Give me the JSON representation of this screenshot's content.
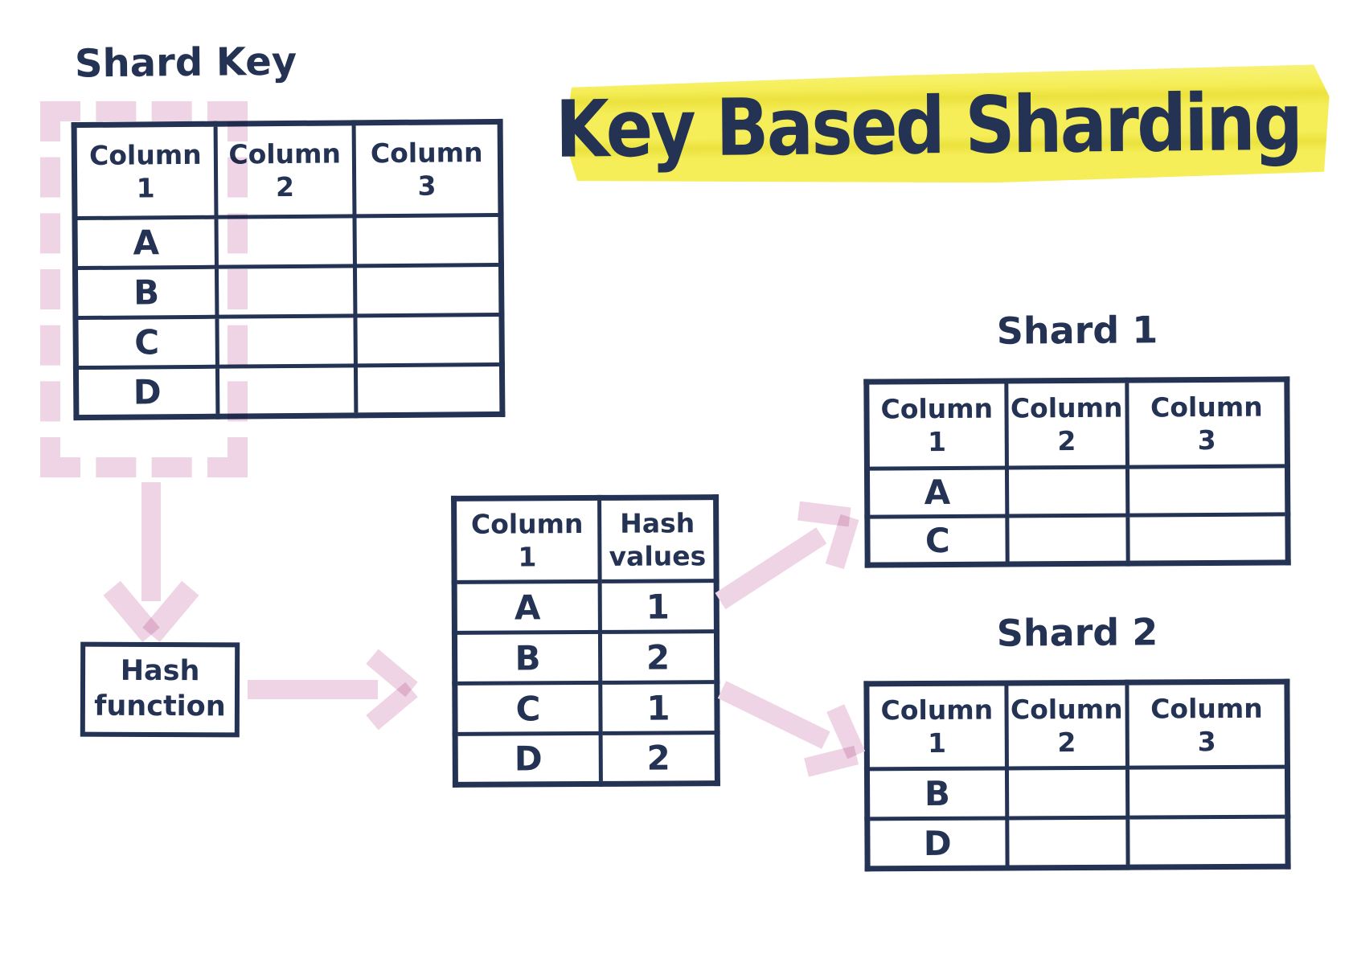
{
  "colors": {
    "ink": "#243254",
    "pink": "#eed4e4",
    "yellow": "#f5ee58",
    "yellow_dark": "#ebe23e",
    "background": "#ffffff"
  },
  "title": {
    "text": "Key Based Sharding"
  },
  "labels": {
    "shard_key": "Shard Key",
    "shard1": "Shard 1",
    "shard2": "Shard 2"
  },
  "hash_function_box": {
    "label": "Hash\nfunction"
  },
  "tables": {
    "shard_key_table": {
      "headers": [
        "Column\n1",
        "Column\n2",
        "Column\n3"
      ],
      "rows": [
        [
          "A",
          "",
          ""
        ],
        [
          "B",
          "",
          ""
        ],
        [
          "C",
          "",
          ""
        ],
        [
          "D",
          "",
          ""
        ]
      ]
    },
    "hash_values_table": {
      "headers": [
        "Column\n1",
        "Hash\nvalues"
      ],
      "rows": [
        [
          "A",
          "1"
        ],
        [
          "B",
          "2"
        ],
        [
          "C",
          "1"
        ],
        [
          "D",
          "2"
        ]
      ]
    },
    "shard1_table": {
      "headers": [
        "Column\n1",
        "Column\n2",
        "Column\n3"
      ],
      "rows": [
        [
          "A",
          "",
          ""
        ],
        [
          "C",
          "",
          ""
        ]
      ]
    },
    "shard2_table": {
      "headers": [
        "Column\n1",
        "Column\n2",
        "Column\n3"
      ],
      "rows": [
        [
          "B",
          "",
          ""
        ],
        [
          "D",
          "",
          ""
        ]
      ]
    }
  }
}
